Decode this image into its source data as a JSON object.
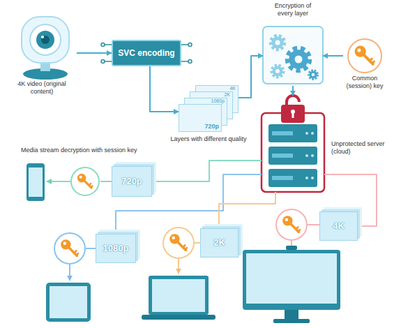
{
  "diagram": {
    "nodes": [
      {
        "text": [
          "4K video (original content)"
        ]
      },
      {
        "text": [
          "SVC encoding"
        ]
      },
      {
        "text": [
          "4K",
          "2K",
          "1080p",
          "720p",
          "Layers with different quality"
        ]
      },
      {
        "text": [
          "Encryption of every layer"
        ]
      },
      {
        "text": [
          "Common (session) key"
        ]
      },
      {
        "text": [
          "Unprotected server (cloud)"
        ]
      },
      {
        "text": [
          "720p"
        ]
      },
      {
        "text": [
          "1080p"
        ]
      },
      {
        "text": [
          "2K"
        ]
      },
      {
        "text": [
          "4K"
        ]
      }
    ],
    "edges": [
      {
        "from": 0,
        "to": 1,
        "arrow": "to"
      },
      {
        "from": 1,
        "to": 2,
        "arrow": "to"
      },
      {
        "from": 2,
        "to": 3,
        "arrow": "to"
      },
      {
        "from": 4,
        "to": 3,
        "arrow": "to"
      },
      {
        "from": 3,
        "to": 5,
        "arrow": "to"
      },
      {
        "from": 5,
        "to": 6,
        "arrow": "none"
      },
      {
        "from": 5,
        "to": 7,
        "arrow": "none"
      },
      {
        "from": 5,
        "to": 8,
        "arrow": "none"
      },
      {
        "from": 5,
        "to": 9,
        "arrow": "none"
      }
    ],
    "labels": [
      "Media stream decryption with session key"
    ]
  }
}
